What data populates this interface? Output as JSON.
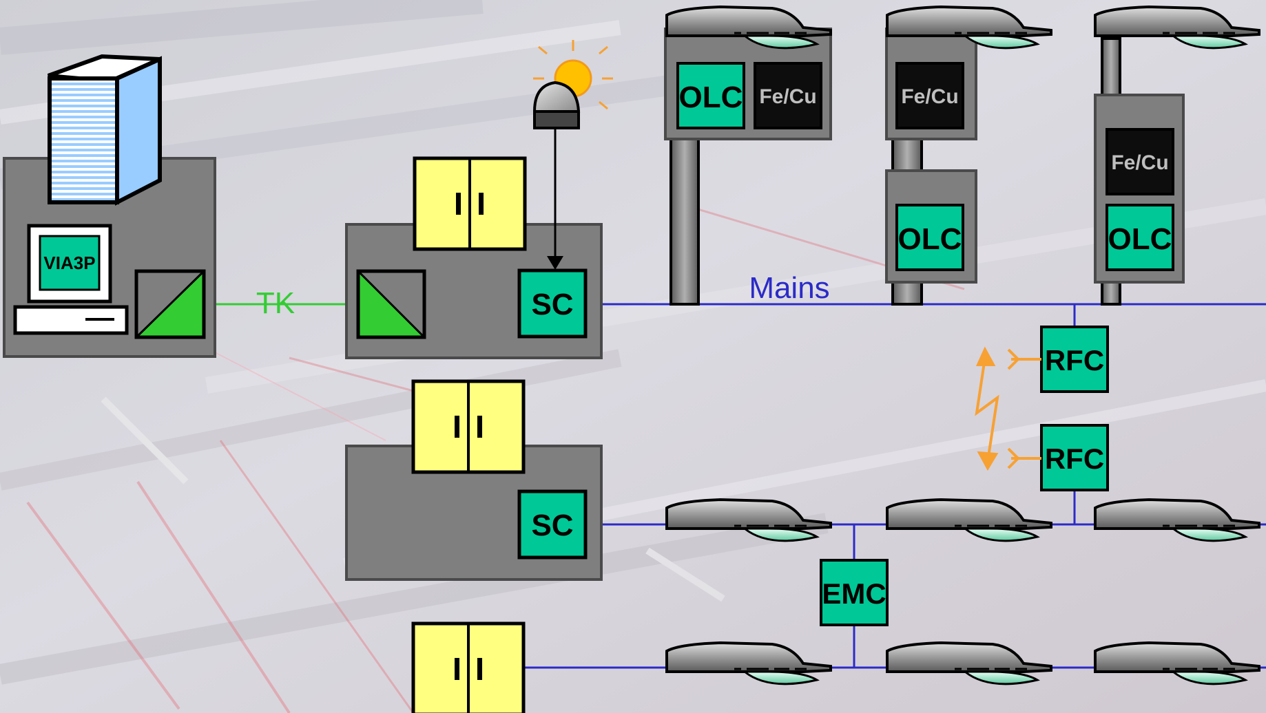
{
  "colors": {
    "box_gray": "#7f7f7f",
    "controller_green": "#00c896",
    "cabinet_yellow": "#ffff80",
    "mains_blue": "#2b2bc8",
    "tk_green": "#33cc33",
    "radio_orange": "#f7a133",
    "sun_yellow": "#ffc000",
    "fecu_black": "#0d0d0d"
  },
  "labels": {
    "via3p": "VIA3P",
    "tk": "TK",
    "mains": "Mains",
    "sc": "SC",
    "olc": "OLC",
    "fecu": "Fe/Cu",
    "rfc": "RFC",
    "emc": "EMC"
  },
  "icons": {
    "server": "server-tower-icon",
    "workstation": "computer-workstation-icon",
    "light_sensor": "light-sensor-icon",
    "sun": "sun-icon",
    "street_lamp": "street-lamp-icon",
    "cabinet": "switch-cabinet-icon",
    "converter": "media-converter-icon",
    "radio_link": "radio-link-icon"
  }
}
